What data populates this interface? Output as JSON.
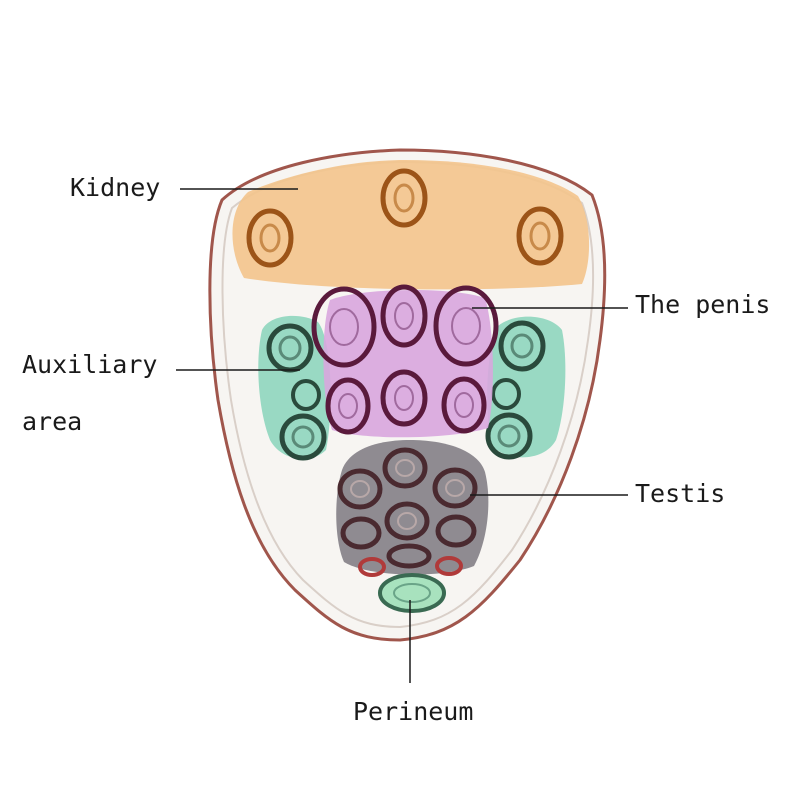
{
  "labels": {
    "kidney": "Kidney",
    "penis": "The penis",
    "auxiliary_line1": "Auxiliary",
    "auxiliary_line2": "area",
    "testis": "Testis",
    "perineum": "Perineum"
  },
  "colors": {
    "kidney_zone": "#f3c48c",
    "kidney_ring": "#9c5418",
    "penis_zone": "#d8a6de",
    "penis_ring": "#5a1a3c",
    "auxiliary_zone": "#8ed6be",
    "auxiliary_ring": "#2a4a3c",
    "testis_zone": "#7c7880",
    "testis_ring": "#4a2a30",
    "perineum_zone": "#9ee0b8",
    "outline": "#a0564c",
    "leader_line": "#1a1a1a"
  }
}
